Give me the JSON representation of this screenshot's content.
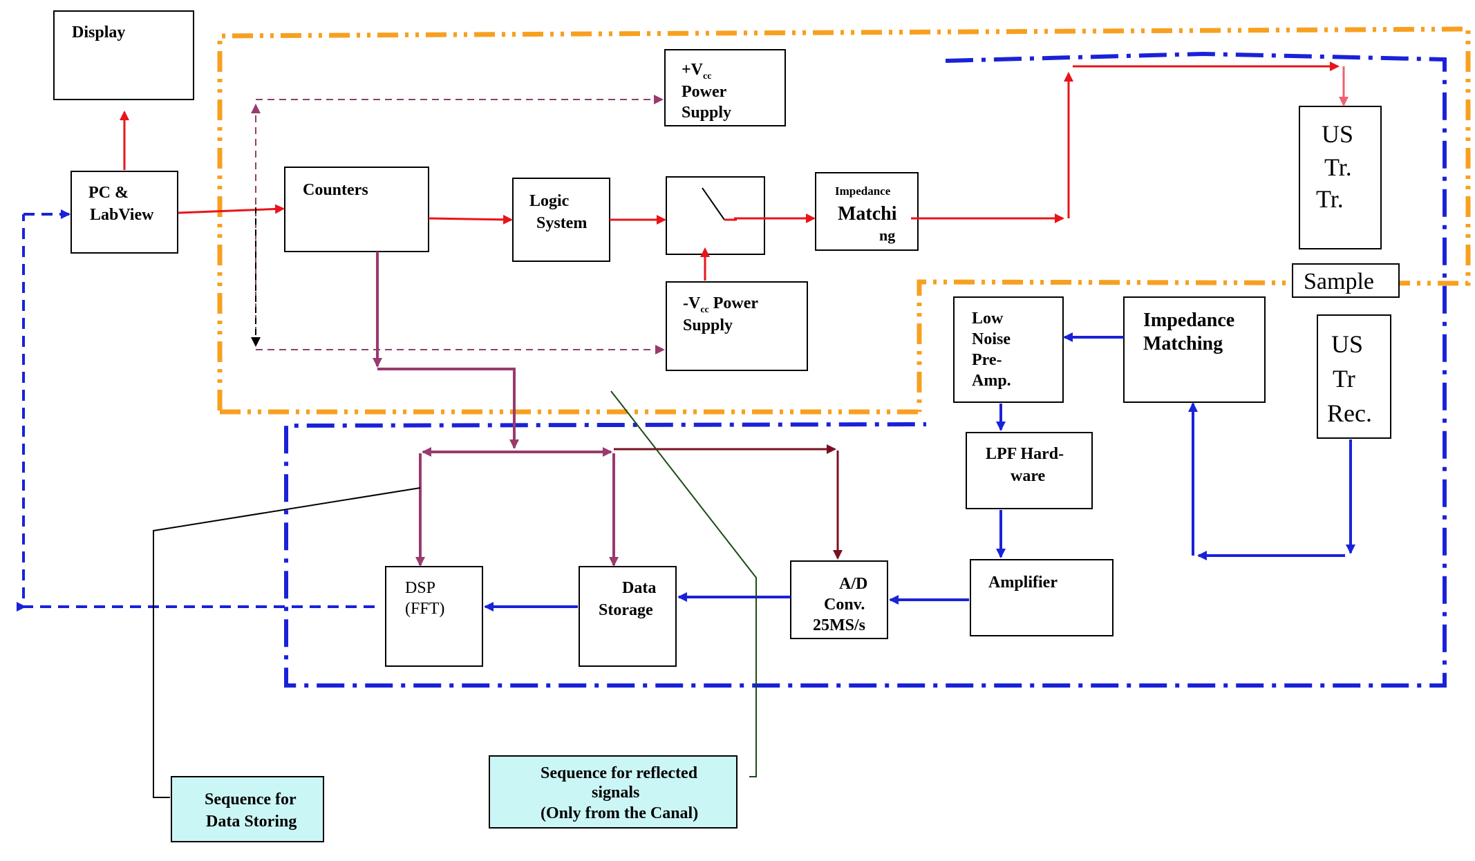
{
  "blocks": {
    "display": [
      "Display"
    ],
    "pc": [
      "PC &",
      "LabView"
    ],
    "counters": [
      "Counters"
    ],
    "logic": [
      "Logic",
      "System"
    ],
    "vcc_pos": [
      "Power",
      "Supply"
    ],
    "vcc_neg": [
      "Power",
      "Supply"
    ],
    "imp_tx_small": "Impedance",
    "imp_tx_big": [
      "Matchi",
      "ng"
    ],
    "us_tr": [
      "US",
      "Tr.",
      "Tr."
    ],
    "sample": "Sample",
    "us_rec": [
      "US",
      "Tr",
      "Rec."
    ],
    "lna": [
      "Low",
      "Noise",
      "Pre-",
      "Amp."
    ],
    "imp_rx": [
      "Impedance",
      "Matching"
    ],
    "lpf": [
      "LPF Hard-",
      "ware"
    ],
    "amplifier": [
      "Amplifier"
    ],
    "adc": [
      "A/D",
      "Conv.",
      "25MS/s"
    ],
    "storage": [
      "Data",
      "Storage"
    ],
    "dsp": [
      "DSP",
      "(FFT)"
    ]
  },
  "vcc": {
    "pos_sign": "+V",
    "neg_sign": "-V",
    "sub": "cc",
    "neg_suffix": " Power"
  },
  "notes": {
    "storing": [
      "Sequence for",
      "Data Storing"
    ],
    "reflected": [
      "Sequence for reflected",
      "signals",
      "(Only from the Canal)"
    ]
  },
  "colors": {
    "tx_signal": "#e8141a",
    "rx_signal": "#1a22d8",
    "control": "#9a3a6e",
    "adc_control": "#7a1020",
    "dashed_control": "#8e3f6a",
    "tx_group": "#f7a020",
    "rx_group": "#1a22d8",
    "note_fill": "#cbf6f6"
  }
}
